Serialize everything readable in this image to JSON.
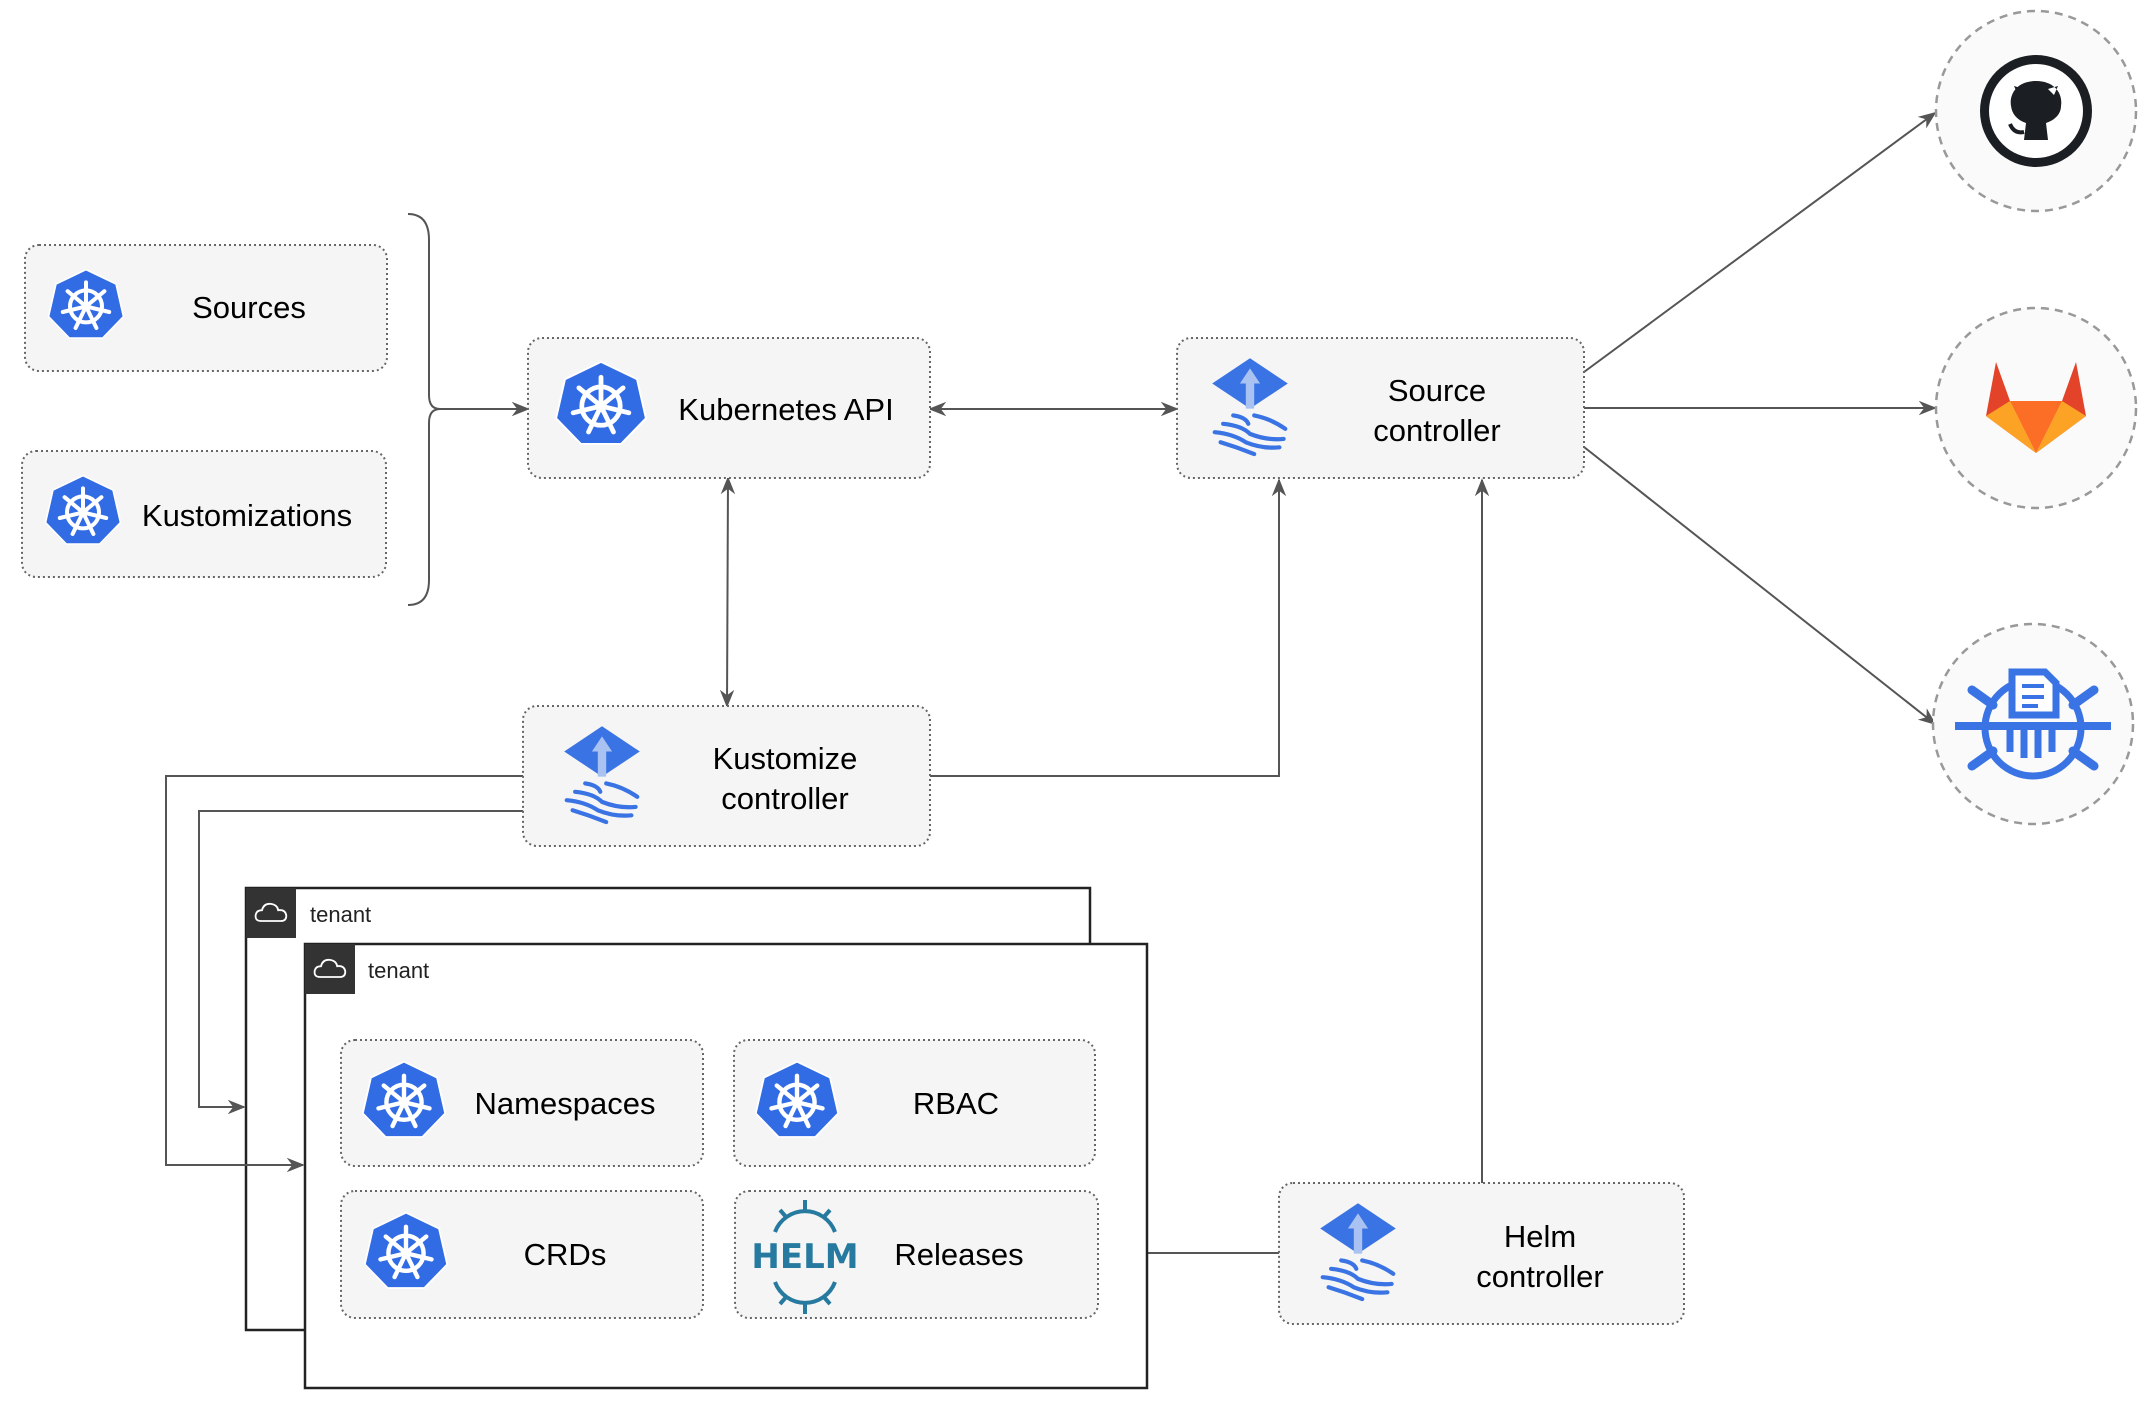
{
  "colors": {
    "k8s_blue": "#326CE5",
    "flux_blue": "#3A73E3",
    "helm": "#277A9F",
    "gitlab_orange": "#FC6D26",
    "github_dark": "#1B1F23",
    "edge": "#555555",
    "tenant_header": "#333333"
  },
  "nodes": {
    "sources": {
      "label": "Sources",
      "icon": "kubernetes-icon"
    },
    "kustomizations": {
      "label": "Kustomizations",
      "icon": "kubernetes-icon"
    },
    "kubernetes_api": {
      "label": "Kubernetes API",
      "icon": "kubernetes-icon"
    },
    "source_controller": {
      "line1": "Source",
      "line2": "controller",
      "icon": "flux-icon"
    },
    "kustomize_controller": {
      "line1": "Kustomize",
      "line2": "controller",
      "icon": "flux-icon"
    },
    "helm_controller": {
      "line1": "Helm",
      "line2": "controller",
      "icon": "flux-icon"
    },
    "namespaces": {
      "label": "Namespaces",
      "icon": "kubernetes-icon"
    },
    "rbac": {
      "label": "RBAC",
      "icon": "kubernetes-icon"
    },
    "crds": {
      "label": "CRDs",
      "icon": "kubernetes-icon"
    },
    "releases": {
      "label": "Releases",
      "icon": "helm-icon",
      "icon_text": "HELM"
    }
  },
  "tenants": [
    {
      "label": "tenant",
      "icon": "cloud-icon"
    },
    {
      "label": "tenant",
      "icon": "cloud-icon"
    }
  ],
  "external": [
    {
      "icon": "github-icon"
    },
    {
      "icon": "gitlab-icon"
    },
    {
      "icon": "bucket-icon"
    }
  ]
}
